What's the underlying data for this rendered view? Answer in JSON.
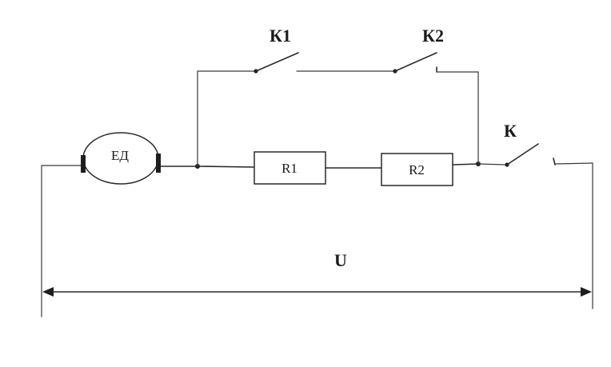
{
  "diagram": {
    "motor": {
      "label": "ЕД"
    },
    "resistors": [
      {
        "label": "R1"
      },
      {
        "label": "R2"
      }
    ],
    "switches": [
      {
        "label": "К1"
      },
      {
        "label": "К2"
      },
      {
        "label": "К"
      }
    ],
    "voltage": {
      "label": "U"
    }
  }
}
